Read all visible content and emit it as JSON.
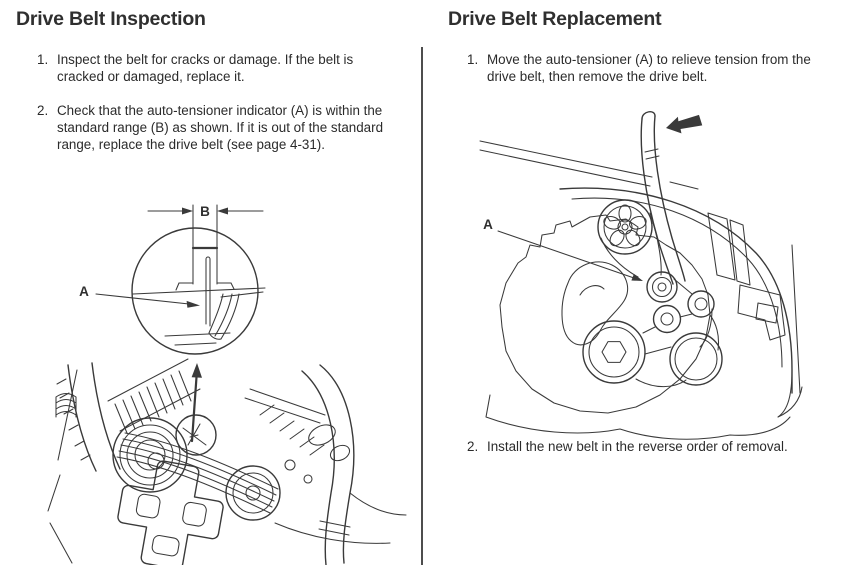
{
  "page": {
    "background": "#ffffff",
    "ink_color": "#3a3a3a",
    "text_color": "#2b2b2b"
  },
  "left_section": {
    "title": "Drive Belt Inspection",
    "steps": [
      {
        "num": "1.",
        "text": "Inspect the belt for cracks or damage. If the belt is cracked or damaged, replace it."
      },
      {
        "num": "2.",
        "text": "Check that the auto-tensioner indicator (A) is within the standard range (B) as shown. If it is out of the standard range, replace the drive belt (see page 4-31)."
      }
    ],
    "figure": {
      "label_a": "A",
      "label_b": "B"
    }
  },
  "right_section": {
    "title": "Drive Belt Replacement",
    "steps": [
      {
        "num": "1.",
        "text": "Move the auto-tensioner (A) to relieve tension from the drive belt, then remove the drive belt."
      },
      {
        "num": "2.",
        "text": "Install the new belt in the reverse order of removal."
      }
    ],
    "figure": {
      "label_a": "A"
    }
  }
}
